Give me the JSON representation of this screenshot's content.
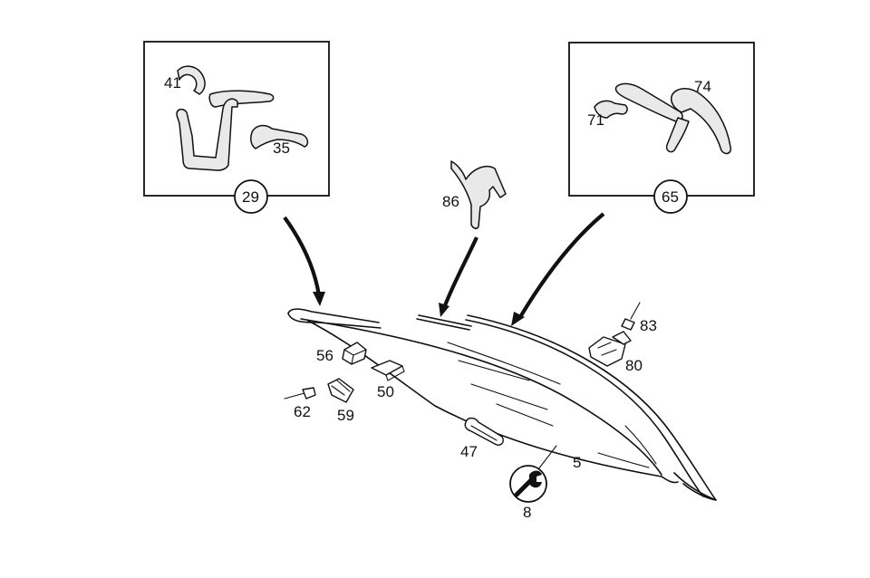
{
  "callouts": {
    "c29": "29",
    "c65": "65",
    "c8": "8"
  },
  "labels": {
    "l41": "41",
    "l35": "35",
    "l74": "74",
    "l71": "71",
    "l86": "86",
    "l83": "83",
    "l80": "80",
    "l56": "56",
    "l50": "50",
    "l62": "62",
    "l59": "59",
    "l47": "47",
    "l5": "5"
  },
  "icons": {
    "wrench": "wrench-icon"
  },
  "colors": {
    "line": "#111111",
    "seal_fill": "#e9e9e9",
    "background": "#ffffff"
  }
}
